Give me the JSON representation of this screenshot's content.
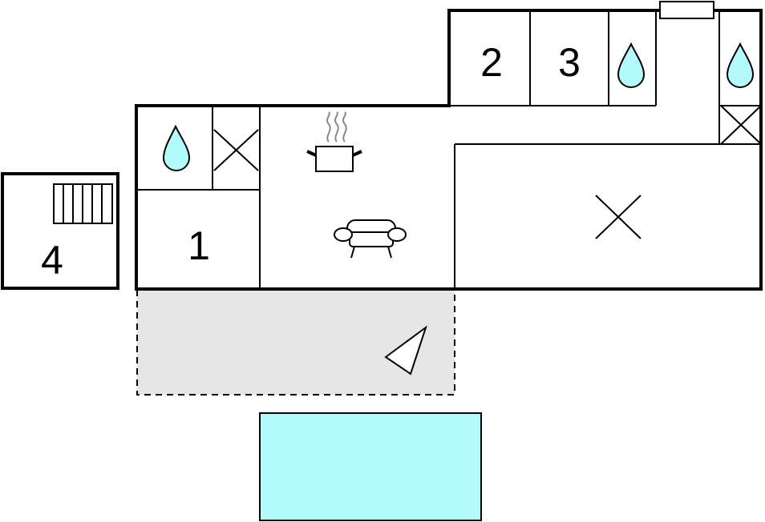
{
  "rooms": {
    "bedroom_1": "1",
    "bedroom_2": "2",
    "bedroom_3": "3",
    "bedroom_4": "4"
  },
  "colors": {
    "pool": "#b3fafc",
    "water_drop": "#b3fafc",
    "terrace": "#e6e6e6",
    "wall": "#000000",
    "steam": "#888888"
  },
  "icons": [
    "water-drop-icon",
    "cooking-pot-icon",
    "sofa-icon",
    "stairs-icon",
    "terrace-marker-icon",
    "cross-icon",
    "window-icon"
  ]
}
